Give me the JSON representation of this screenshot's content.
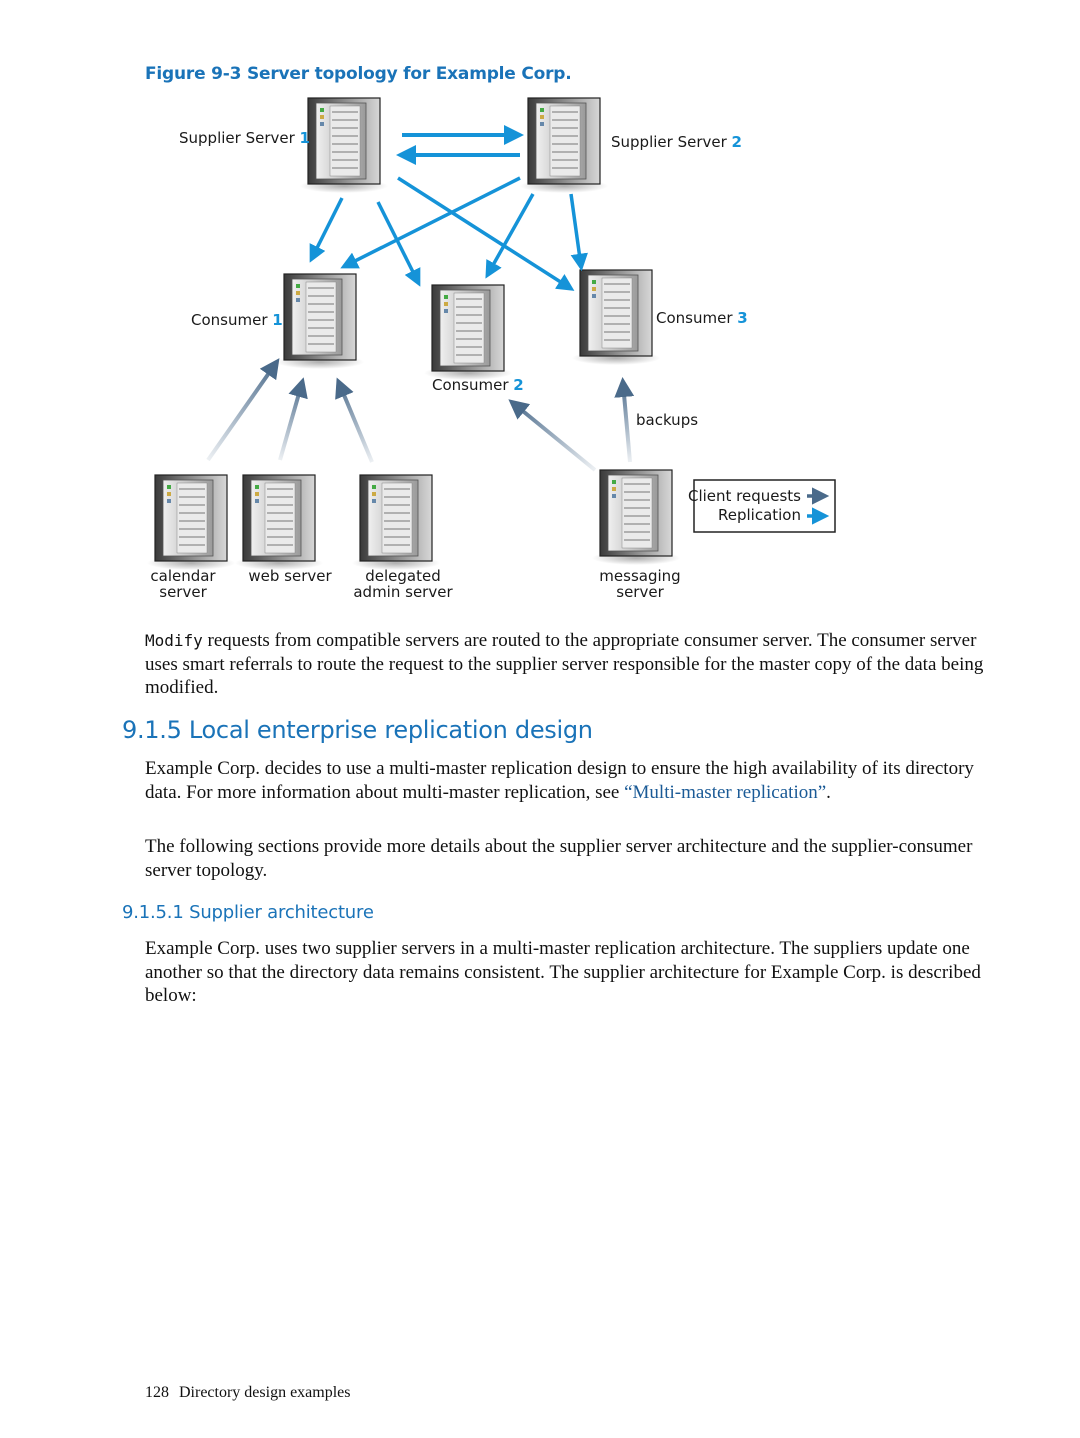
{
  "figure": {
    "caption": "Figure 9-3 Server topology for Example Corp.",
    "nodes": {
      "supplier1": {
        "label": "Supplier Server",
        "num": "1"
      },
      "supplier2": {
        "label": "Supplier Server",
        "num": "2"
      },
      "consumer1": {
        "label": "Consumer",
        "num": "1"
      },
      "consumer2": {
        "label": "Consumer",
        "num": "2"
      },
      "consumer3": {
        "label": "Consumer",
        "num": "3"
      },
      "calendar": {
        "line1": "calendar",
        "line2": "server"
      },
      "web": {
        "line1": "web server"
      },
      "delegated": {
        "line1": "delegated",
        "line2": "admin server"
      },
      "messaging": {
        "line1": "messaging",
        "line2": "server"
      }
    },
    "backups_label": "backups",
    "legend": {
      "client_requests": "Client requests",
      "replication": "Replication"
    },
    "colors": {
      "replication": "#1593d8",
      "client": "#4a6a8a",
      "accent": "#1a73b8"
    }
  },
  "body": {
    "p1_code": "Modify",
    "p1_text": " requests from compatible servers are routed to the appropriate consumer server. The consumer server uses smart referrals to route the request to the supplier server responsible for the master copy of the data being modified.",
    "h_section": "9.1.5 Local enterprise replication design",
    "p2_text": "Example Corp. decides to use a multi-master replication design to ensure the high availability of its directory data. For more information about multi-master replication, see ",
    "p2_link": "“Multi-master replication”",
    "p2_end": ".",
    "p3_text": "The following sections provide more details about the supplier server architecture and the supplier-consumer server topology.",
    "h_subsection": "9.1.5.1 Supplier architecture",
    "p4_text": "Example Corp. uses two supplier servers in a multi-master replication architecture. The suppliers update one another so that the directory data remains consistent. The supplier architecture for Example Corp. is described below:"
  },
  "footer": {
    "page_number": "128",
    "section": "Directory design examples"
  }
}
